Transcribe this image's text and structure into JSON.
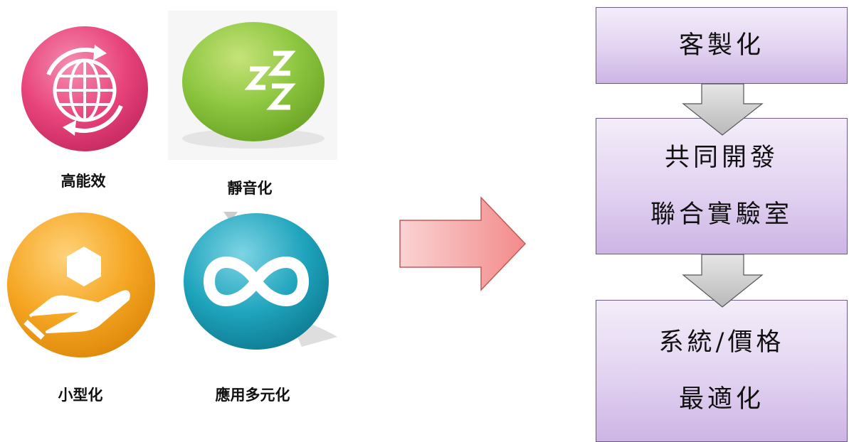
{
  "features": [
    {
      "label": "高能效",
      "icon": "globe-refresh-icon",
      "color": "#e8447c"
    },
    {
      "label": "靜音化",
      "icon": "moon-sleep-icon",
      "color": "#8cc63f"
    },
    {
      "label": "小型化",
      "icon": "hand-hexagon-icon",
      "color": "#f5a623"
    },
    {
      "label": "應用多元化",
      "icon": "infinity-icon",
      "color": "#1fa4bd"
    }
  ],
  "flow": {
    "step1": [
      "客製化"
    ],
    "step2": [
      "共同開發",
      "聯合實驗室"
    ],
    "step3": [
      "系統/價格",
      "最適化"
    ]
  },
  "colors": {
    "box_fill": "#e2d2f1",
    "box_border": "#6f5a8e",
    "arrow_red": "#f4a3a3",
    "arrow_gray": "#c8c8c8"
  }
}
